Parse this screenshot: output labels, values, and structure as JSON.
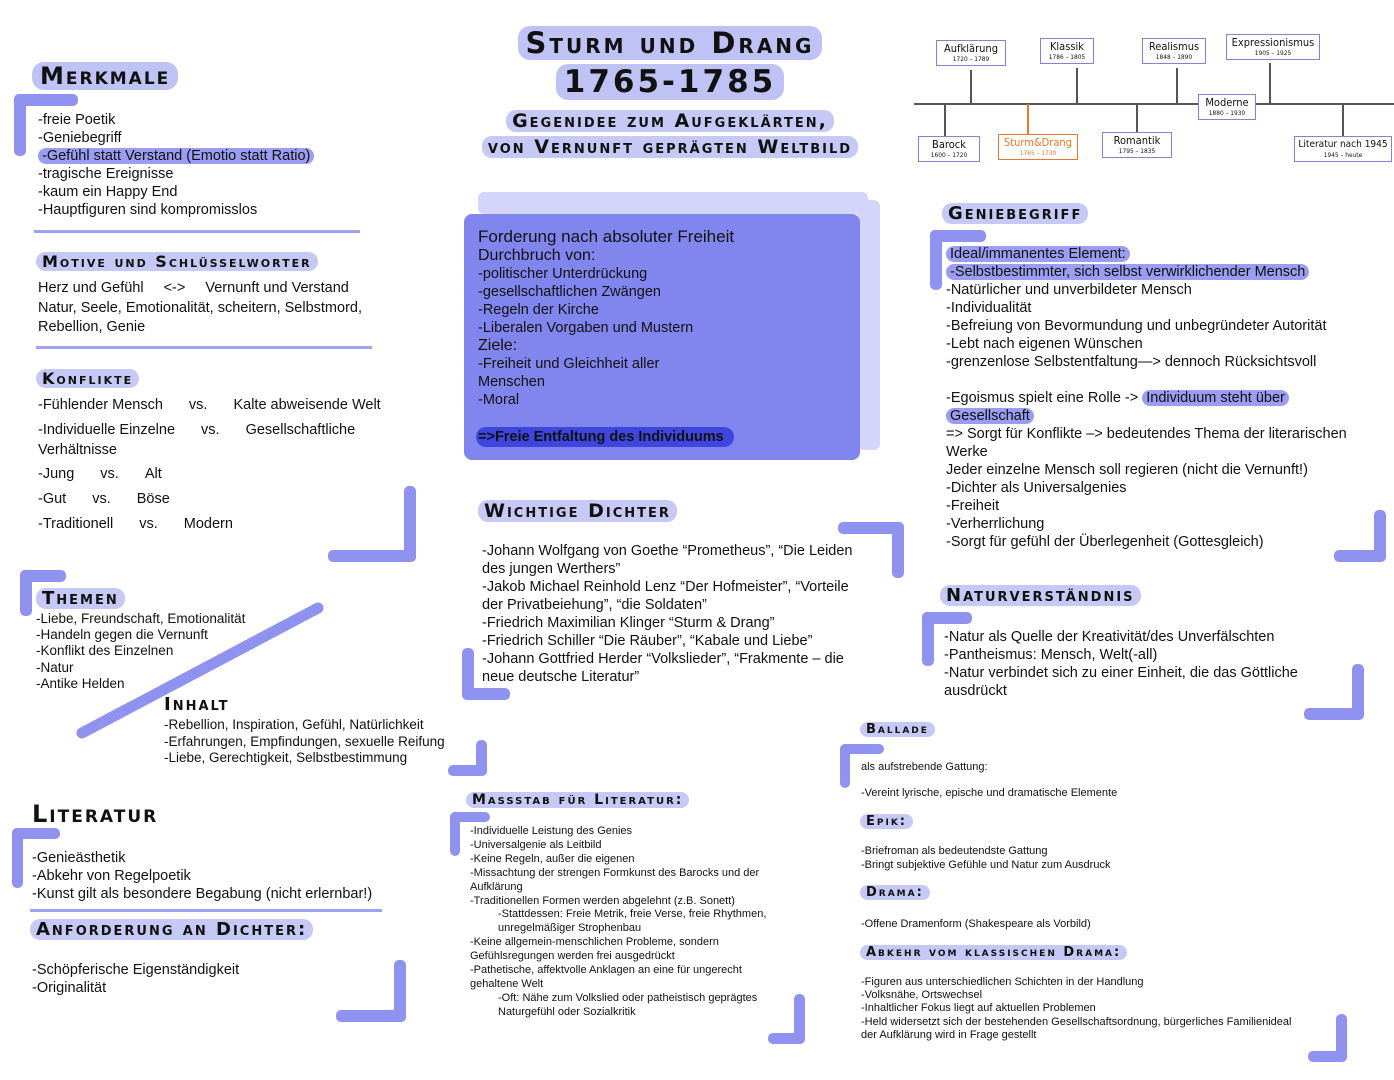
{
  "title": {
    "line1": "Sturm und Drang",
    "line2": "1765-1785",
    "sub1": "Gegenidee zum Aufgeklärten,",
    "sub2": "von Vernunft geprägten Weltbild"
  },
  "merkmale": {
    "heading": "Merkmale",
    "items": [
      "-freie Poetik",
      "-Geniebegriff",
      "-Gefühl statt Verstand (Emotio statt Ratio)",
      "-tragische Ereignisse",
      "-kaum ein Happy End",
      "-Hauptfiguren sind kompromisslos"
    ]
  },
  "motive": {
    "heading": "Motive und Schlüsselworter",
    "line1a": "Herz und Gefühl",
    "line1b": "<->",
    "line1c": "Vernunft und Verstand",
    "line2": "Natur, Seele, Emotionalität, scheitern, Selbstmord,",
    "line3": "Rebellion, Genie"
  },
  "konflikte": {
    "heading": "Konflikte",
    "rows": [
      {
        "a": "-Fühlender Mensch",
        "vs": "vs.",
        "b": "Kalte abweisende Welt"
      },
      {
        "a": "-Individuelle Einzelne",
        "vs": "vs.",
        "b": "Gesellschaftliche"
      },
      {
        "a": "Verhältnisse",
        "vs": "",
        "b": ""
      },
      {
        "a": "-Jung",
        "vs": "vs.",
        "b": "Alt"
      },
      {
        "a": "-Gut",
        "vs": "vs.",
        "b": "Böse"
      },
      {
        "a": "-Traditionell",
        "vs": "vs.",
        "b": "Modern"
      }
    ]
  },
  "themen": {
    "heading": "Themen",
    "items": [
      "-Liebe, Freundschaft, Emotionalität",
      "-Handeln gegen die Vernunft",
      "-Konflikt des Einzelnen",
      "-Natur",
      "-Antike Helden"
    ]
  },
  "inhalt": {
    "heading": "Inhalt",
    "items": [
      "-Rebellion, Inspiration, Gefühl, Natürlichkeit",
      "-Erfahrungen, Empfindungen, sexuelle Reifung",
      "-Liebe, Gerechtigkeit, Selbstbestimmung"
    ]
  },
  "literatur": {
    "heading": "Literatur",
    "items": [
      "-Genieästhetik",
      "-Abkehr von Regelpoetik",
      "-Kunst gilt als besondere Begabung (nicht erlernbar!)"
    ]
  },
  "anforderung": {
    "heading": "Anforderung an Dichter:",
    "items": [
      "-Schöpferische Eigenständigkeit",
      "-Originalität"
    ]
  },
  "freiheit": {
    "items": [
      "Forderung nach absoluter Freiheit",
      "Durchbruch von:",
      "-politischer Unterdrückung",
      "-gesellschaftlichen Zwängen",
      "-Regeln der Kirche",
      "-Liberalen Vorgaben und Mustern",
      "Ziele:",
      "-Freiheit und Gleichheit aller",
      "Menschen",
      "-Moral"
    ],
    "conclusion_arrow": "=>",
    "conclusion": "Freie Entfaltung des Individuums"
  },
  "dichter": {
    "heading": "Wichtige Dichter",
    "items": [
      "-Johann Wolfgang von Goethe “Prometheus”, “Die Leiden",
      "des jungen Werthers”",
      "-Jakob Michael Reinhold Lenz “Der Hofmeister”, “Vorteile",
      "der Privatbeiehung”, “die Soldaten”",
      "-Friedrich Maximilian Klinger “Sturm & Drang”",
      "-Friedrich Schiller “Die Räuber”, “Kabale und Liebe”",
      "-Johann Gottfried Herder “Volkslieder”, “Frakmente – die",
      "neue deutsche Literatur”"
    ]
  },
  "massstab": {
    "heading": "Massstab für Literatur:",
    "items": [
      {
        "text": "-Individuelle Leistung des Genies",
        "indent": false
      },
      {
        "text": "-Universalgenie als Leitbild",
        "indent": false
      },
      {
        "text": "-Keine Regeln, außer die eigenen",
        "indent": false
      },
      {
        "text": "-Missachtung der strengen Formkunst des Barocks und der",
        "indent": false
      },
      {
        "text": "Aufklärung",
        "indent": false
      },
      {
        "text": "-Traditionellen Formen werden abgelehnt (z.B. Sonett)",
        "indent": false
      },
      {
        "text": "-Stattdessen: Freie Metrik, freie Verse, freie Rhythmen,",
        "indent": true
      },
      {
        "text": "unregelmäßiger Strophenbau",
        "indent": true
      },
      {
        "text": "-Keine allgemein-menschlichen Probleme, sondern",
        "indent": false
      },
      {
        "text": "Gefühlsregungen werden frei ausgedrückt",
        "indent": false
      },
      {
        "text": "-Pathetische, affektvolle Anklagen an eine für ungerecht",
        "indent": false
      },
      {
        "text": "gehaltene Welt",
        "indent": false
      },
      {
        "text": "-Oft: Nähe zum Volkslied oder patheistisch geprägtes",
        "indent": true
      },
      {
        "text": "Naturgefühl oder Sozialkritik",
        "indent": true
      }
    ]
  },
  "timeline": {
    "top": [
      {
        "name": "Aufklärung",
        "years": "1720 – 1789"
      },
      {
        "name": "Klassik",
        "years": "1786 – 1805"
      },
      {
        "name": "Realismus",
        "years": "1848 – 1890"
      },
      {
        "name": "Expressionismus",
        "years": "1905 – 1925"
      }
    ],
    "bottom": [
      {
        "name": "Barock",
        "years": "1600 – 1720"
      },
      {
        "name": "Sturm&Drang",
        "years": "1765 – 1730"
      },
      {
        "name": "Romantik",
        "years": "1795 – 1835"
      },
      {
        "name": "Literatur nach 1945",
        "years": "1945 – heute"
      }
    ],
    "middle": {
      "name": "Moderne",
      "years": "1880 – 1930"
    },
    "highlight_color": "#e8782c"
  },
  "geniebegriff": {
    "heading": "Geniebegriff",
    "hl1": "Ideal/immanentes Element:",
    "hl2": "-Selbstbestimmter, sich selbst verwirklichender Mensch",
    "items1": [
      "-Natürlicher und unverbildeter Mensch",
      "-Individualität",
      "-Befreiung von Bevormundung und unbegründeter Autorität",
      "-Lebt nach eigenen Wünschen",
      "-grenzenlose Selbstentfaltung—> dennoch Rücksichtsvoll"
    ],
    "ego_a": "-Egoismus spielt eine Rolle ->",
    "ego_b": "Individuum steht über",
    "ego_c": "Gesellschaft",
    "items2": [
      "=> Sorgt für Konflikte –> bedeutendes Thema der literarischen",
      "Werke",
      "Jeder einzelne Mensch soll regieren (nicht die Vernunft!)",
      "-Dichter als Universalgenies",
      "-Freiheit",
      "-Verherrlichung",
      "-Sorgt für gefühl der Überlegenheit (Gottesgleich)"
    ]
  },
  "natur": {
    "heading": "Naturverständnis",
    "items": [
      "-Natur als Quelle der Kreativität/des Unverfälschten",
      "-Pantheismus: Mensch, Welt(-all)",
      "-Natur verbindet sich zu einer Einheit, die das Göttliche",
      "ausdrückt"
    ]
  },
  "gattungen": {
    "ballade": {
      "heading": "Ballade",
      "items": [
        "als aufstrebende Gattung:",
        "-Vereint lyrische, epische und dramatische Elemente"
      ]
    },
    "epik": {
      "heading": "Epik:",
      "items": [
        "-Briefroman als bedeutendste Gattung",
        "-Bringt subjektive Gefühle und Natur zum Ausdruck"
      ]
    },
    "drama": {
      "heading": "Drama:",
      "items": [
        "-Offene Dramenform  (Shakespeare als Vorbild)"
      ]
    },
    "abkehr": {
      "heading": "Abkehr vom klassischen Drama:",
      "items": [
        "-Figuren aus unterschiedlichen Schichten in der Handlung",
        "-Volksnähe, Ortswechsel",
        "-Inhaltlicher Fokus liegt auf aktuellen Problemen",
        "-Held widersetzt sich der bestehenden Gesellschaftsordnung, bürgerliches Familienideal",
        "der Aufklärung wird in Frage gestellt"
      ]
    }
  },
  "colors": {
    "accent": "#8f93ef",
    "box": "#8185ee",
    "highlight": "#c6c8f6"
  }
}
